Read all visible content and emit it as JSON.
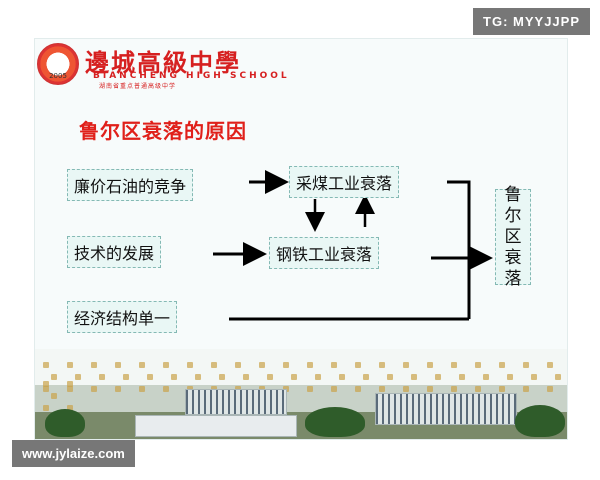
{
  "header": {
    "brand_cn": "邊城高級中學",
    "brand_en": "BIANCHENG HIGH SCHOOL",
    "brand_sub": "湖南省重点普通高级中学",
    "badge_year": "2005"
  },
  "title": "鲁尔区衰落的原因",
  "nodes": {
    "cheap_oil": "廉价石油的竞争",
    "tech": "技术的发展",
    "single_structure": "经济结构单一",
    "coal": "采煤工业衰落",
    "steel": "钢铁工业衰落",
    "result": [
      "鲁",
      "尔",
      "区",
      "衰",
      "落"
    ]
  },
  "watermarks": {
    "top_right": "TG: MYYJJPP",
    "bottom_left": "www.jylaize.com"
  },
  "colors": {
    "title": "#e0201a",
    "brand": "#d62020",
    "node_bg": "#e9f7f5",
    "node_border": "#84b9b4",
    "arrow": "#000000"
  }
}
